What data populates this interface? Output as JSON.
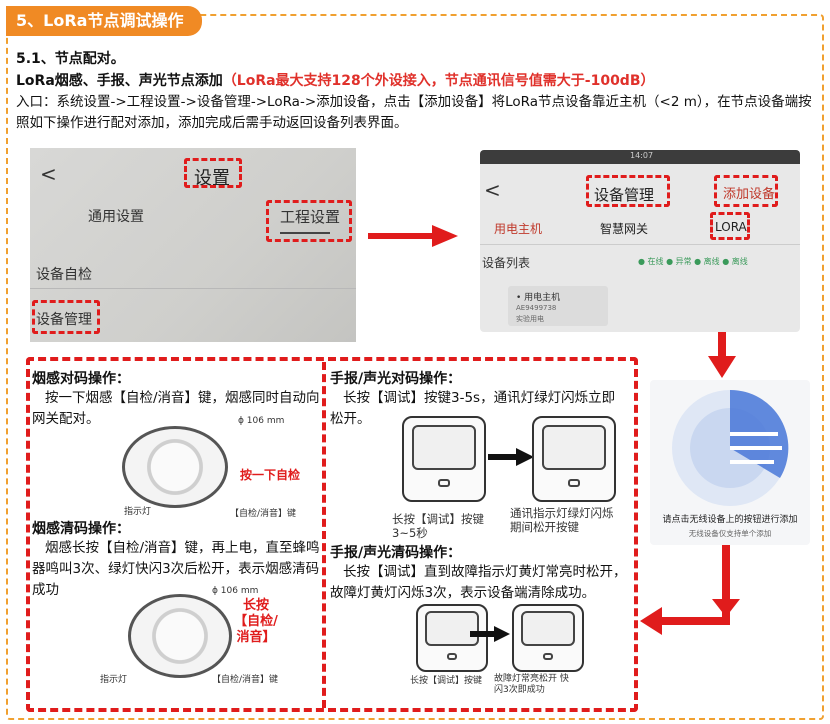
{
  "section": {
    "title": "5、LoRa节点调试操作"
  },
  "heading_51": "5.1、节点配对。",
  "heading_lora": "LoRa烟感、手报、声光节点添加",
  "heading_lora_note": "（LoRa最大支持128个外设接入，节点通讯信号值需大于-100dB）",
  "intro": "入口：系统设置->工程设置->设备管理->LoRa->添加设备，点击【添加设备】将LoRa节点设备靠近主机（<2 m），在节点设备端按照如下操作进行配对添加，添加完成后需手动返回设备列表界面。",
  "photo1": {
    "back": "<",
    "settings": "设置",
    "general": "通用设置",
    "project": "工程设置",
    "self_check": "设备自检",
    "device_mgmt": "设备管理"
  },
  "photo2": {
    "time": "14:07",
    "back": "<",
    "title": "设备管理",
    "add_device": "添加设备",
    "tab_host": "用电主机",
    "tab_gateway": "智慧网关",
    "tab_lora": "LORA",
    "list_label": "设备列表",
    "legend": "● 在线  ● 异常  ● 离线  ● 离线",
    "item_name": "• 用电主机",
    "item_sub1": "AE9499738",
    "item_sub2": "实验用电"
  },
  "smoke_pair": {
    "title": "烟感对码操作：",
    "body": "按一下烟感【自检/消音】键，烟感同时自动向网关配对。",
    "dim": "ϕ 106 mm",
    "callout": "按一下自检",
    "label_led": "指示灯",
    "label_key": "【自检/消音】键"
  },
  "smoke_clear": {
    "title": "烟感清码操作：",
    "body": "烟感长按【自检/消音】键，再上电，直至蜂鸣器鸣叫3次、绿灯快闪3次后松开，表示烟感清码成功",
    "dim": "ϕ 106 mm",
    "callout": "长按【自检/消音】",
    "label_led": "指示灯",
    "label_key": "【自检/消音】键"
  },
  "manual_pair": {
    "title": "手报/声光对码操作：",
    "body": "长按【调试】按键3-5s，通讯灯绿灯闪烁立即松开。",
    "cap_left": "长按【调试】按键 3~5秒",
    "cap_right": "通讯指示灯绿灯闪烁 期间松开按键"
  },
  "manual_clear": {
    "title": "手报/声光清码操作：",
    "body": "长按【调试】直到故障指示灯黄灯常亮时松开，故障灯黄灯闪烁3次，表示设备端清除成功。",
    "cap_left": "长按【调试】按键",
    "cap_right": "故障灯常亮松开 快闪3次即成功"
  },
  "phone": {
    "caption": "请点击无线设备上的按钮进行添加",
    "sub": "无线设备仅支持单个添加"
  },
  "colors": {
    "accent": "#f08a24",
    "red": "#e01c1c"
  }
}
